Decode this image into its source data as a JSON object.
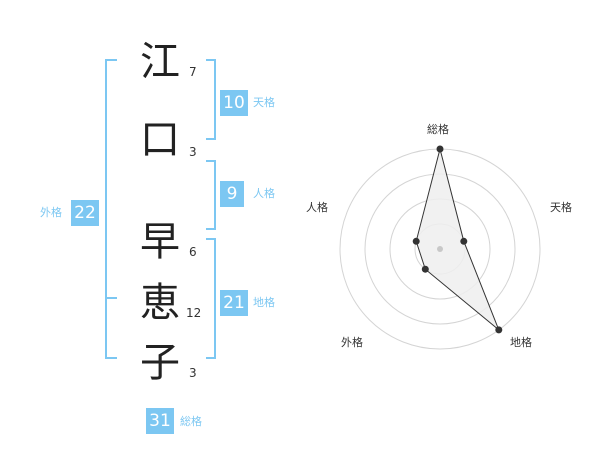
{
  "name": {
    "chars": [
      {
        "char": "江",
        "strokes": "7"
      },
      {
        "char": "口",
        "strokes": "3"
      },
      {
        "char": "早",
        "strokes": "6"
      },
      {
        "char": "恵",
        "strokes": "12"
      },
      {
        "char": "子",
        "strokes": "3"
      }
    ]
  },
  "fortune": {
    "tenkaku": {
      "value": "10",
      "label": "天格"
    },
    "jinkaku": {
      "value": "9",
      "label": "人格"
    },
    "chikaku": {
      "value": "21",
      "label": "地格"
    },
    "gaikaku": {
      "value": "22",
      "label": "外格"
    },
    "soukaku": {
      "value": "31",
      "label": "総格"
    }
  },
  "chart_data": {
    "type": "radar",
    "axes": [
      "総格",
      "天格",
      "地格",
      "外格",
      "人格"
    ],
    "values": [
      4,
      1,
      4,
      1,
      1
    ],
    "max": 4,
    "rings": 4,
    "colors": {
      "fill": "#eeeeee",
      "line": "#333333",
      "grid": "#d4d4d4"
    }
  },
  "colors": {
    "accent": "#7cc7f2"
  }
}
